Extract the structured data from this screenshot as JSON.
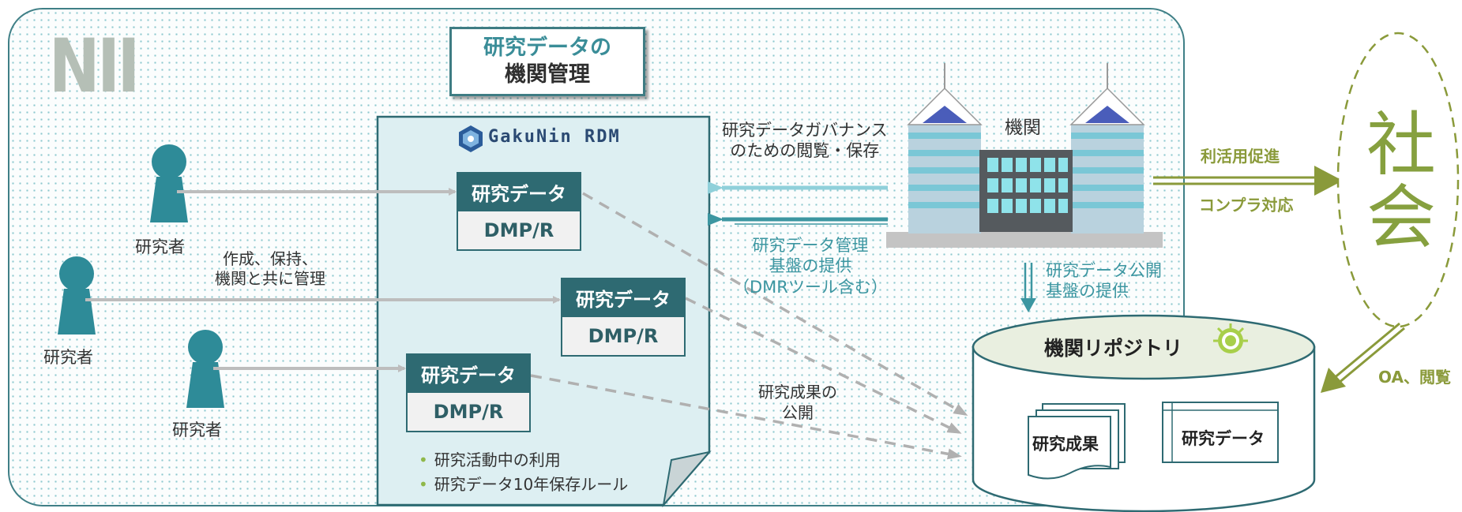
{
  "nii": {
    "logo": "NII"
  },
  "title": {
    "line1": "研究データの",
    "line2": "機関管理"
  },
  "rdm": {
    "label": "GakuNin RDM"
  },
  "data_boxes": [
    {
      "title": "研究データ",
      "sub": "DMP/R"
    },
    {
      "title": "研究データ",
      "sub": "DMP/R"
    },
    {
      "title": "研究データ",
      "sub": "DMP/R"
    }
  ],
  "researchers": [
    {
      "label": "研究者"
    },
    {
      "label": "研究者"
    },
    {
      "label": "研究者"
    }
  ],
  "management_note": {
    "line1": "作成、保持、",
    "line2": "機関と共に管理"
  },
  "governance": {
    "line1": "研究データガバナンス",
    "line2": "のための閲覧・保存"
  },
  "infra": {
    "line1": "研究データ管理",
    "line2": "基盤の提供",
    "line3": "（DMRツール含む）"
  },
  "publish_infra": {
    "line1": "研究データ公開",
    "line2": "基盤の提供"
  },
  "results_public": {
    "line1": "研究成果の",
    "line2": "公開"
  },
  "institution": {
    "label": "機関"
  },
  "repository": {
    "title": "機関リポジトリ",
    "results": "研究成果",
    "data": "研究データ"
  },
  "bullets": [
    "研究活動中の利用",
    "研究データ10年保存ルール"
  ],
  "society": {
    "char1": "社",
    "char2": "会"
  },
  "arrow_labels": {
    "promote": "利活用促進",
    "compliance": "コンプラ対応",
    "oa": "OA、閲覧"
  },
  "colors": {
    "teal_dark": "#2e6a72",
    "teal_light": "#3c96a1",
    "olive": "#8a9a3a",
    "gray_arrow": "#bdbdbd"
  }
}
